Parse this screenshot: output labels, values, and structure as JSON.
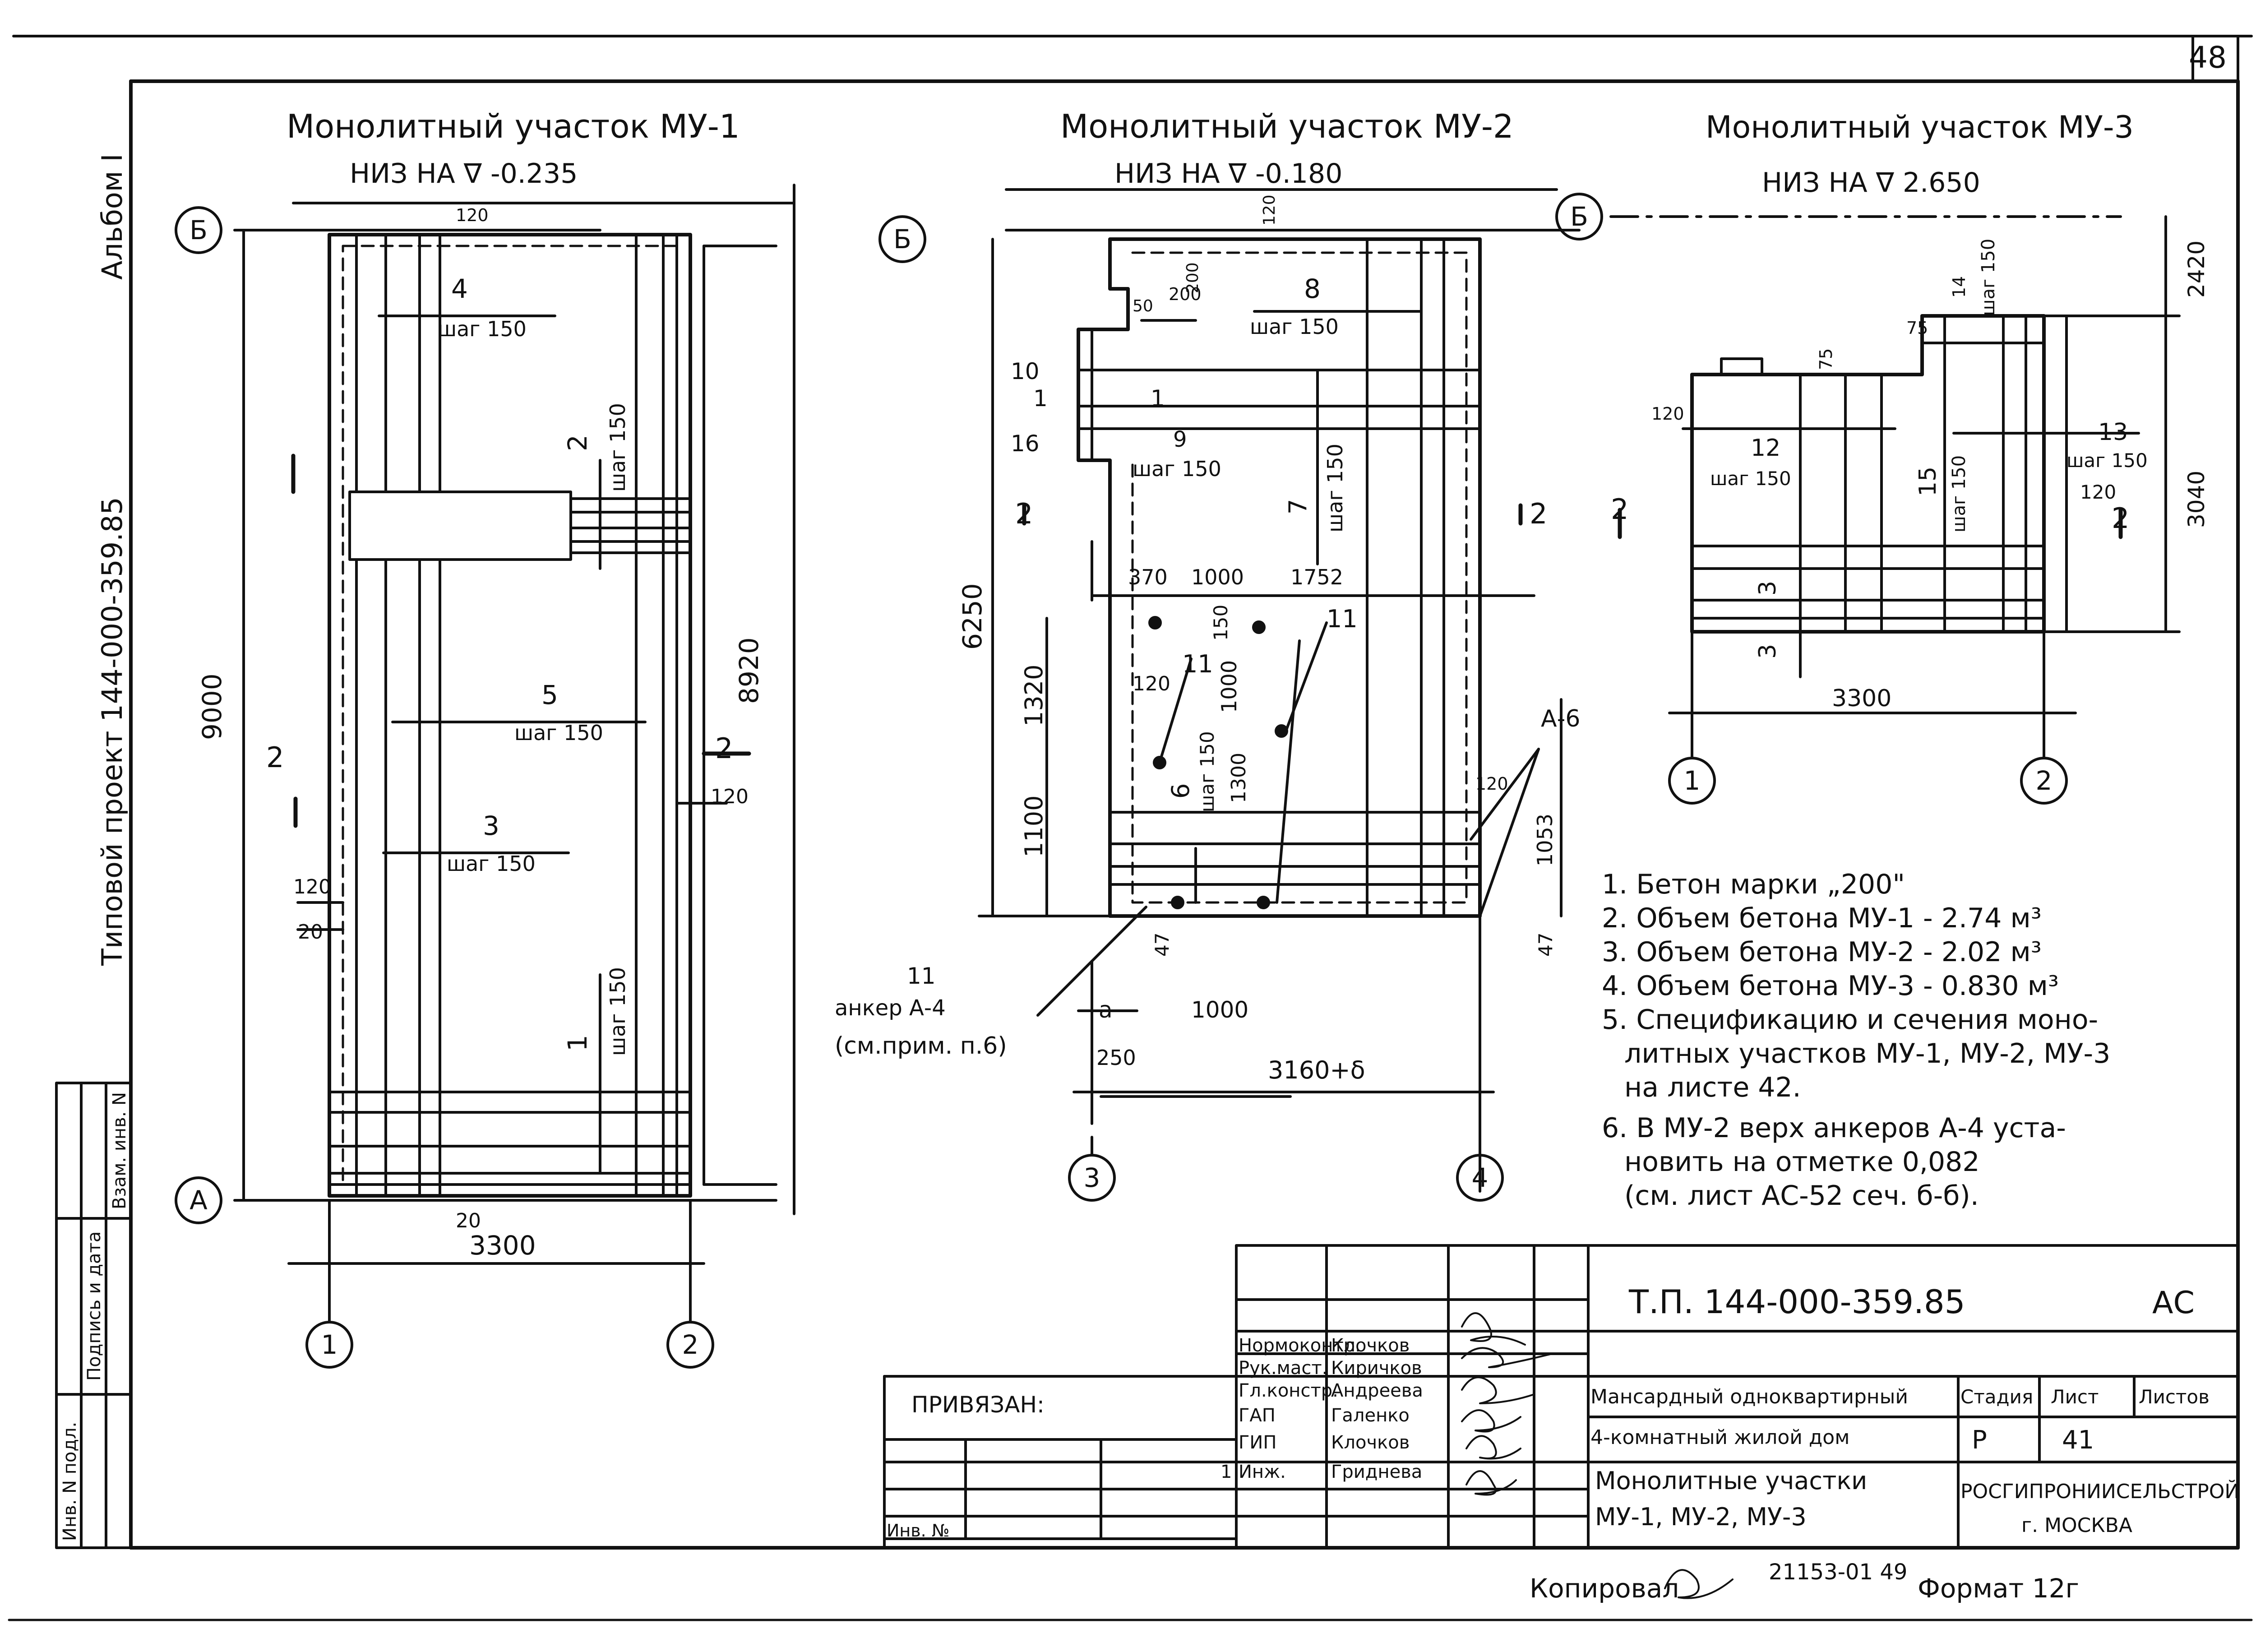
{
  "sheet": {
    "page_number": "48",
    "album": "Альбом I",
    "project": "Типовой проект 144-000-359.85"
  },
  "mu1": {
    "title": "Монолитный участок МУ-1",
    "level": "НИЗ НА ∇ -0.235",
    "axis_b": "Б",
    "axis_a": "А",
    "axis_1": "1",
    "axis_2": "2",
    "dim_height": "9000",
    "dim_inner": "8920",
    "dim_width": "3300",
    "d120_top": "120",
    "d120_right": "120",
    "d120_left": "120",
    "d20_left": "20",
    "d20_bottom": "20",
    "section": "2",
    "bar4": "4",
    "bar5": "5",
    "bar3": "3",
    "bar2": "2",
    "bar1": "1",
    "step": "шаг 150"
  },
  "mu2": {
    "title": "Монолитный участок МУ-2",
    "level": "НИЗ НА ∇ -0.180",
    "axis_b": "Б",
    "axis_3": "3",
    "axis_4": "4",
    "dim_6250": "6250",
    "dim_1320": "1320",
    "dim_1100": "1100",
    "dim_370": "370",
    "dim_1000": "1000",
    "dim_1752": "1752",
    "dim_150": "150",
    "dim_1000b": "1000",
    "dim_1300": "1300",
    "dim_120": "120",
    "dim_120b": "120",
    "dim_200": "200",
    "dim_50": "50",
    "dim_200b": "200",
    "dim_47a": "47",
    "dim_47b": "47",
    "dim_1053": "1053",
    "dim_a": "а",
    "dim_1000c": "1000",
    "dim_250": "250",
    "dim_total": "3160+δ",
    "bar8": "8",
    "bar10": "10",
    "bar1": "1",
    "bar16": "16",
    "bar9": "9",
    "bar7": "7",
    "bar11": "11",
    "bar11b": "11",
    "bar6": "6",
    "anchor_a6": "А-6",
    "anchor_label_num": "11",
    "anchor_label": "анкер А-4",
    "anchor_note": "(см.прим. п.6)",
    "section": "2",
    "step": "шаг 150"
  },
  "mu3": {
    "title": "Монолитный участок МУ-3",
    "level": "НИЗ НА ∇ 2.650",
    "axis_1": "1",
    "axis_2": "2",
    "dim_2420": "2420",
    "dim_3040": "3040",
    "dim_3300": "3300",
    "dim_14": "14",
    "dim_75a": "75",
    "dim_75b": "75",
    "dim_120a": "120",
    "dim_120b": "120",
    "bar12": "12",
    "bar13": "13",
    "bar15": "15",
    "bar3": "3",
    "section": "2",
    "step": "шаг 150"
  },
  "notes": [
    "1. Бетон марки „200\"",
    "2. Объем бетона МУ-1 - 2.74 м³",
    "3. Объем бетона МУ-2 - 2.02 м³",
    "4. Объем бетона МУ-3 - 0.830 м³",
    "5. Спецификацию и сечения моно-",
    "литных участков МУ-1, МУ-2, МУ-3",
    "на листе 42.",
    "6. В МУ-2 верх анкеров А-4 уста-",
    "новить на отметке 0,082",
    "(см. лист АС-52 сеч. б-б)."
  ],
  "stamp_side": {
    "col1": "Инв. N подл.",
    "col2": "Подпись и дата",
    "col3": "Взам. инв. N"
  },
  "title_block": {
    "doc_code": "Т.П. 144-000-359.85",
    "mark": "АС",
    "bound": "ПРИВЯЗАН:",
    "inv": "Инв. №",
    "roles": [
      {
        "role": "Нормоконтр.",
        "name": "Клочков"
      },
      {
        "role": "Рук.маст.",
        "name": "Киричков"
      },
      {
        "role": "Гл.констр.",
        "name": "Андреева"
      },
      {
        "role": "ГАП",
        "name": "Галенко"
      },
      {
        "role": "ГИП",
        "name": "Клочков"
      },
      {
        "role": "Инж.",
        "name": "Гриднева"
      }
    ],
    "row_mark": "1",
    "object": "Мансардный одноквартирный 4-комнатный жилой дом",
    "object_line1": "Мансардный одноквартирный",
    "object_line2": "4-комнатный жилой дом",
    "sheet_title_line1": "Монолитные участки",
    "sheet_title_line2": "МУ-1, МУ-2, МУ-3",
    "stage_label": "Стадия",
    "sheet_label": "Лист",
    "sheets_label": "Листов",
    "stage": "Р",
    "sheet": "41",
    "org_line1": "РОСГИПРОНИИСЕЛЬСТРОЙ",
    "org_line2": "г. МОСКВА"
  },
  "footer": {
    "copied": "Копировал",
    "order": "21153-01 49",
    "format": "Формат 12г"
  }
}
